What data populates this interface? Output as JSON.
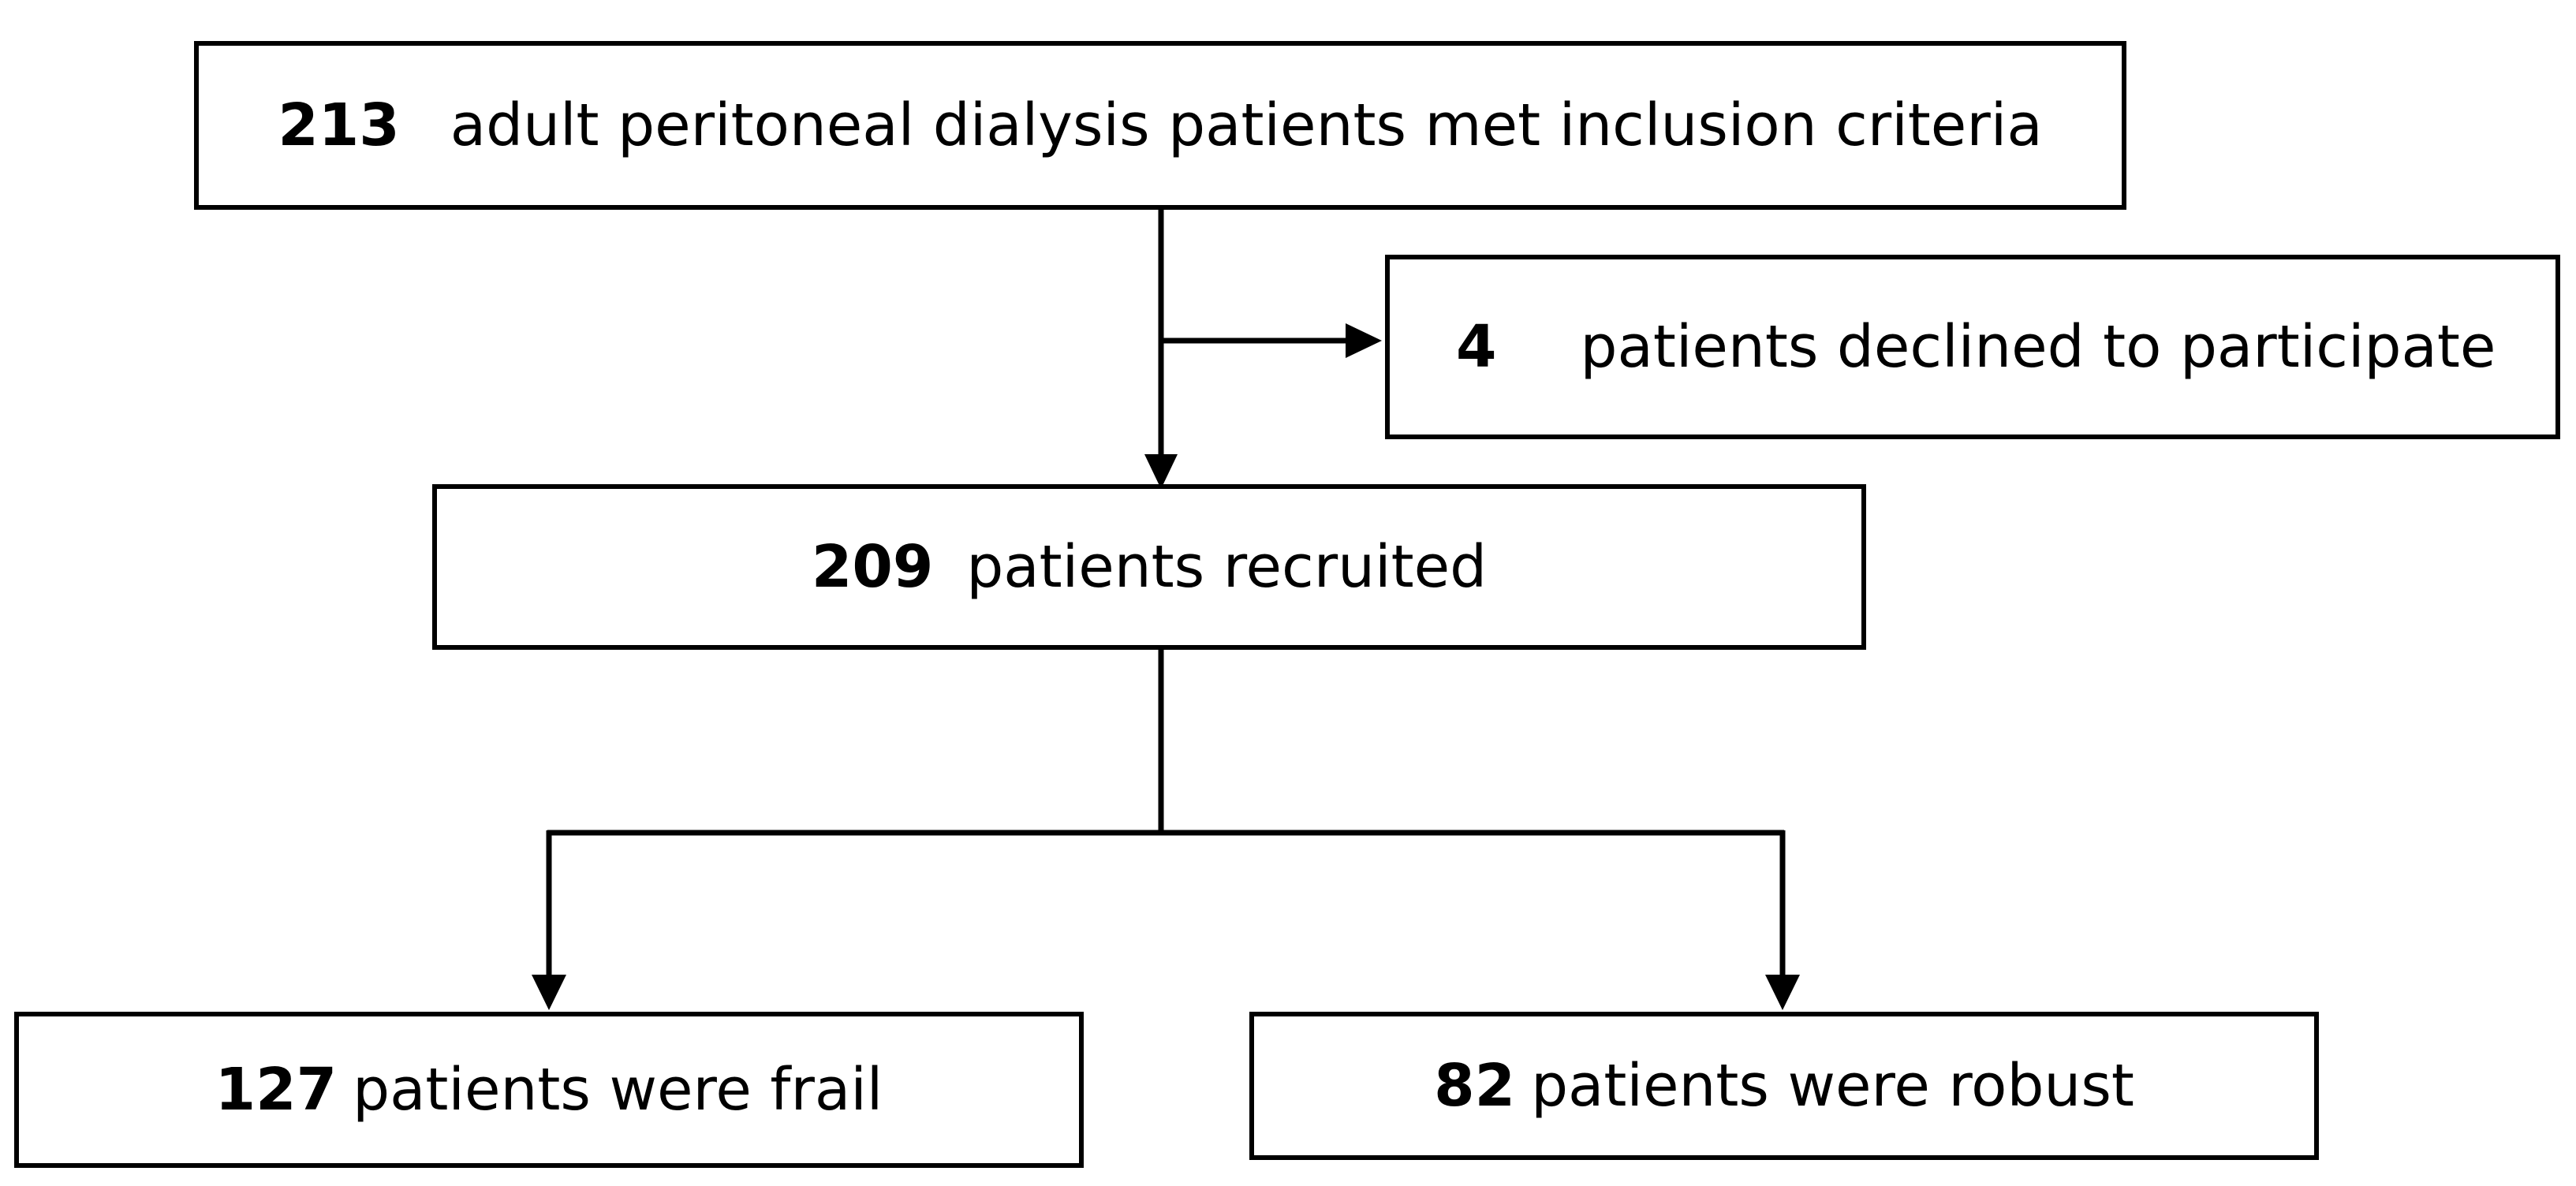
{
  "flow": {
    "inclusion": {
      "count": "213",
      "text": "adult peritoneal dialysis patients met inclusion criteria"
    },
    "declined": {
      "count": "4",
      "text": "patients declined to participate"
    },
    "recruited": {
      "count": "209",
      "text": "patients recruited"
    },
    "frail": {
      "count": "127",
      "text": "patients were frail"
    },
    "robust": {
      "count": "82",
      "text": "patients were robust"
    }
  }
}
